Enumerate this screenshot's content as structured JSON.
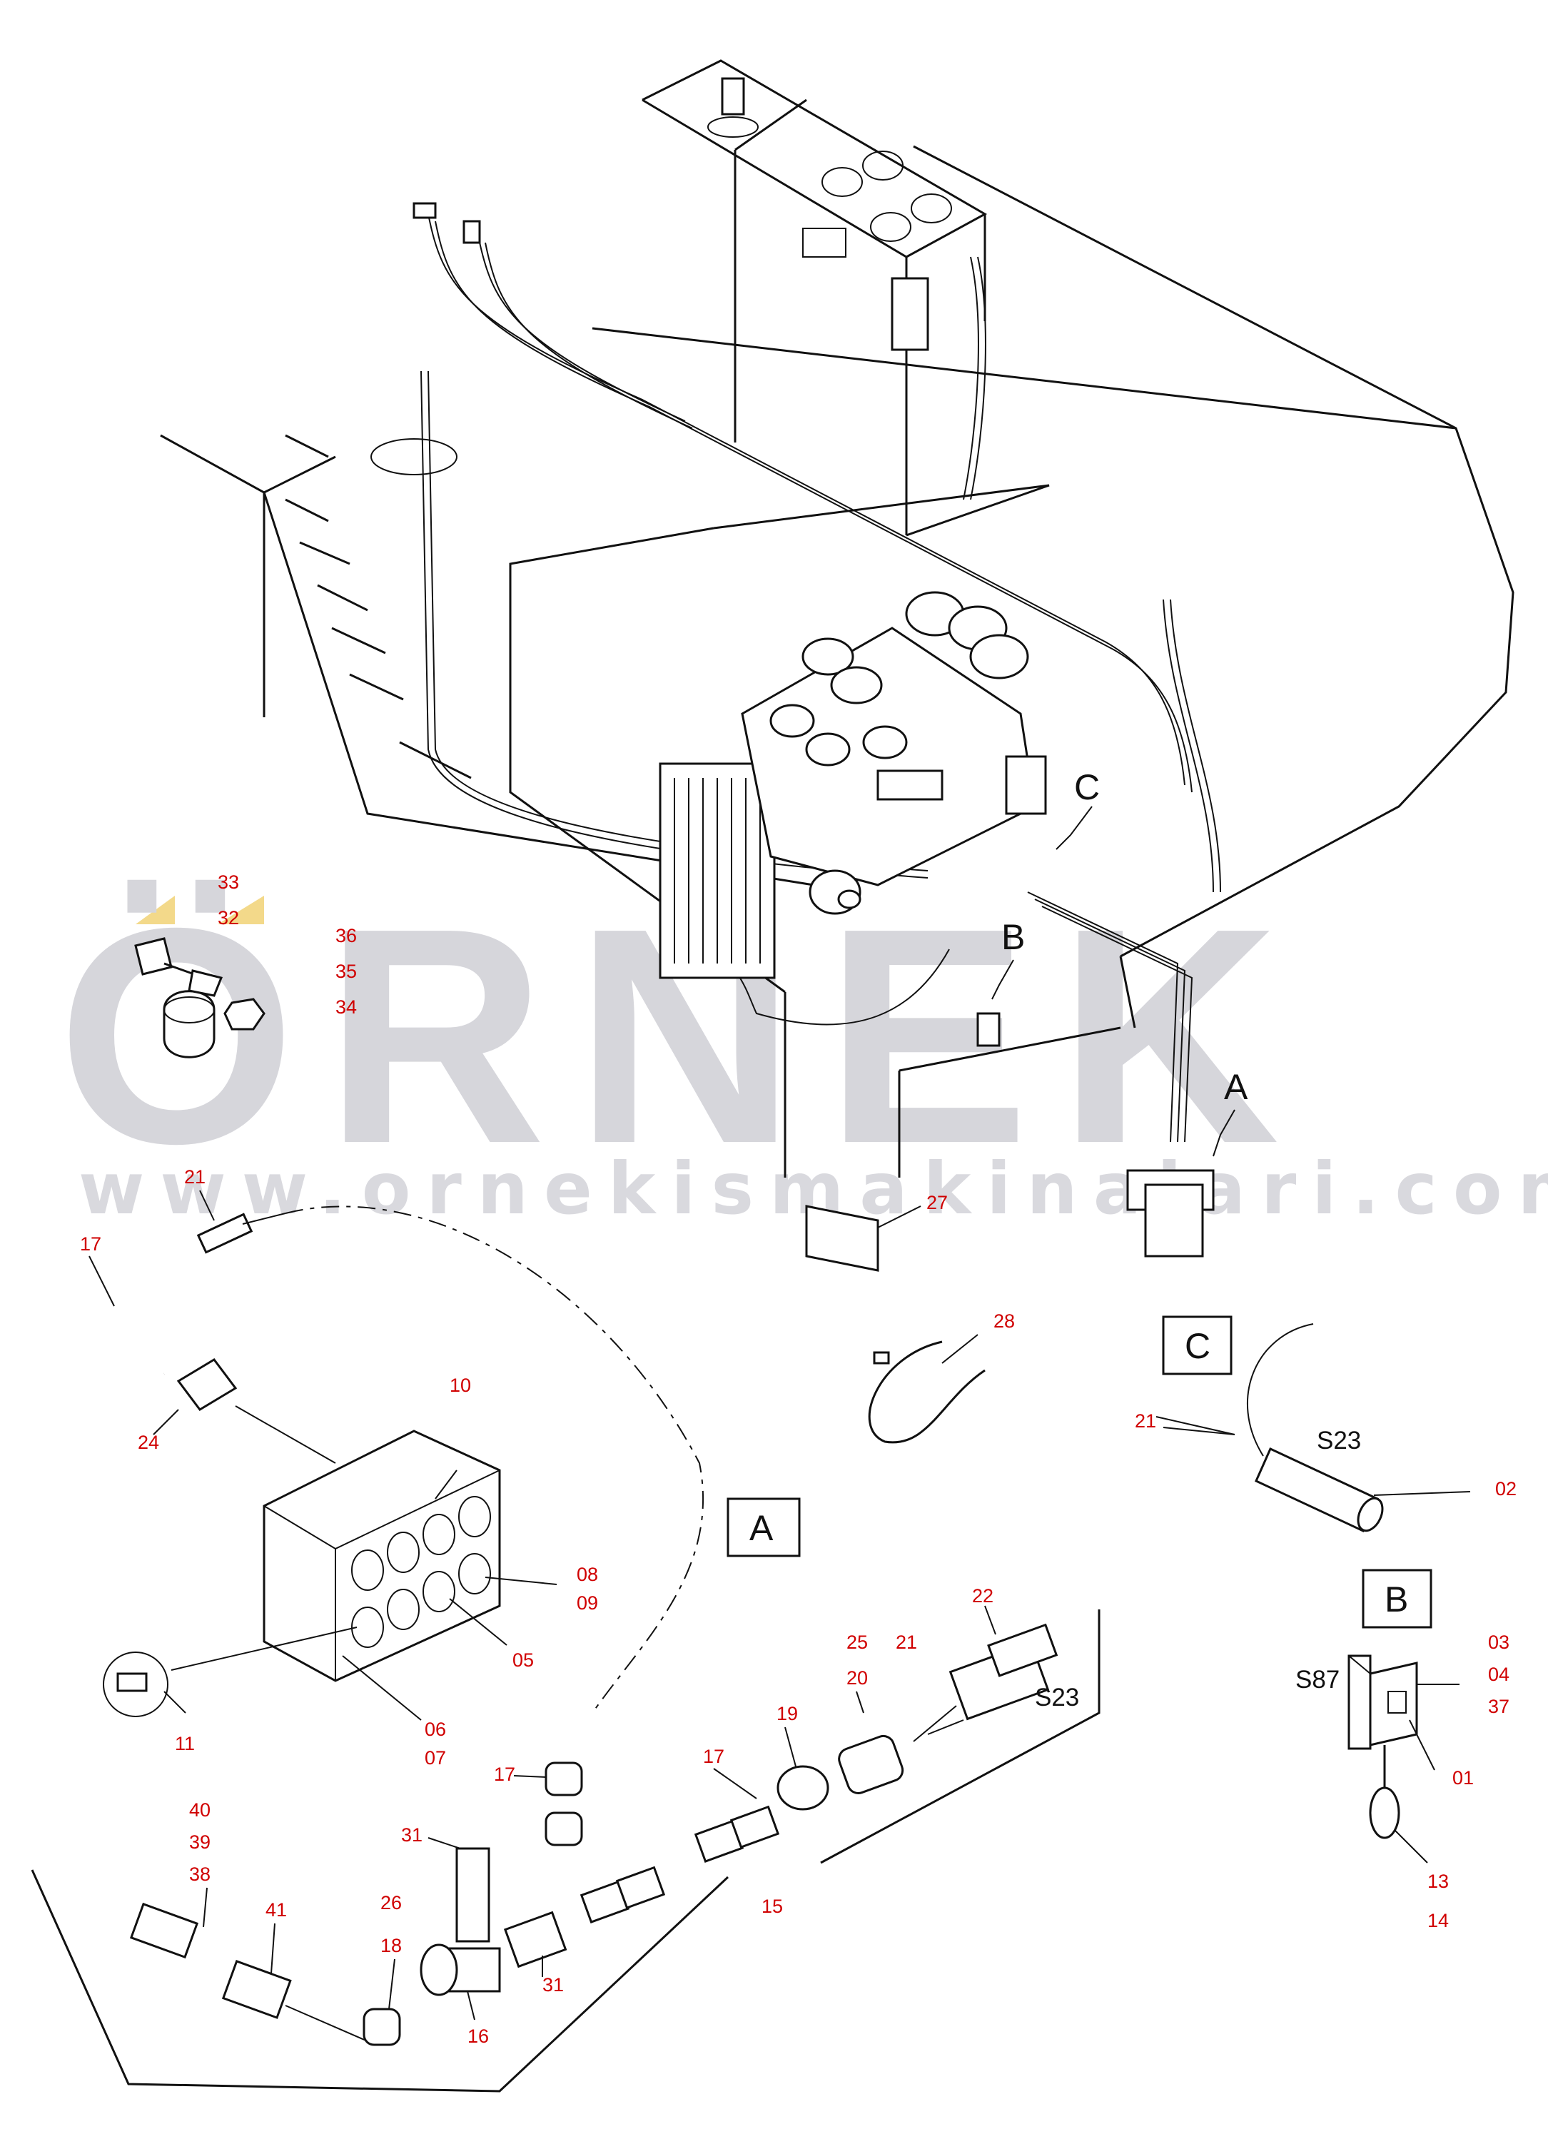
{
  "watermark": {
    "brand": "ÖRNEK",
    "url": "www.ornekismakinalari.com.tr",
    "color": "#d6d6db",
    "accent": "#f3d98a"
  },
  "detail_labels": {
    "a_top": "A",
    "b_top": "B",
    "c_top": "C",
    "a_box": "A",
    "b_box": "B",
    "c_box": "C"
  },
  "component_codes": {
    "s23_top": "S23",
    "s23_bottom": "S23",
    "s87": "S87"
  },
  "part_numbers": {
    "n33": "33",
    "n32": "32",
    "n36": "36",
    "n35": "35",
    "n34": "34",
    "n21a": "21",
    "n17a": "17",
    "n27": "27",
    "n28": "28",
    "n10": "10",
    "n24": "24",
    "n08": "08",
    "n09": "09",
    "n05": "05",
    "n06": "06",
    "n07": "07",
    "n11": "11",
    "n21c": "21",
    "n02": "02",
    "n03": "03",
    "n04": "04",
    "n37": "37",
    "n01": "01",
    "n13": "13",
    "n14": "14",
    "n22": "22",
    "n25": "25",
    "n20": "20",
    "n21d": "21",
    "n19": "19",
    "n17b": "17",
    "n17c": "17",
    "n31a": "31",
    "n31b": "31",
    "n40": "40",
    "n39": "39",
    "n38": "38",
    "n41": "41",
    "n26": "26",
    "n18": "18",
    "n16": "16",
    "n15": "15"
  },
  "colors": {
    "callout": "#d00000",
    "line": "#111111"
  }
}
